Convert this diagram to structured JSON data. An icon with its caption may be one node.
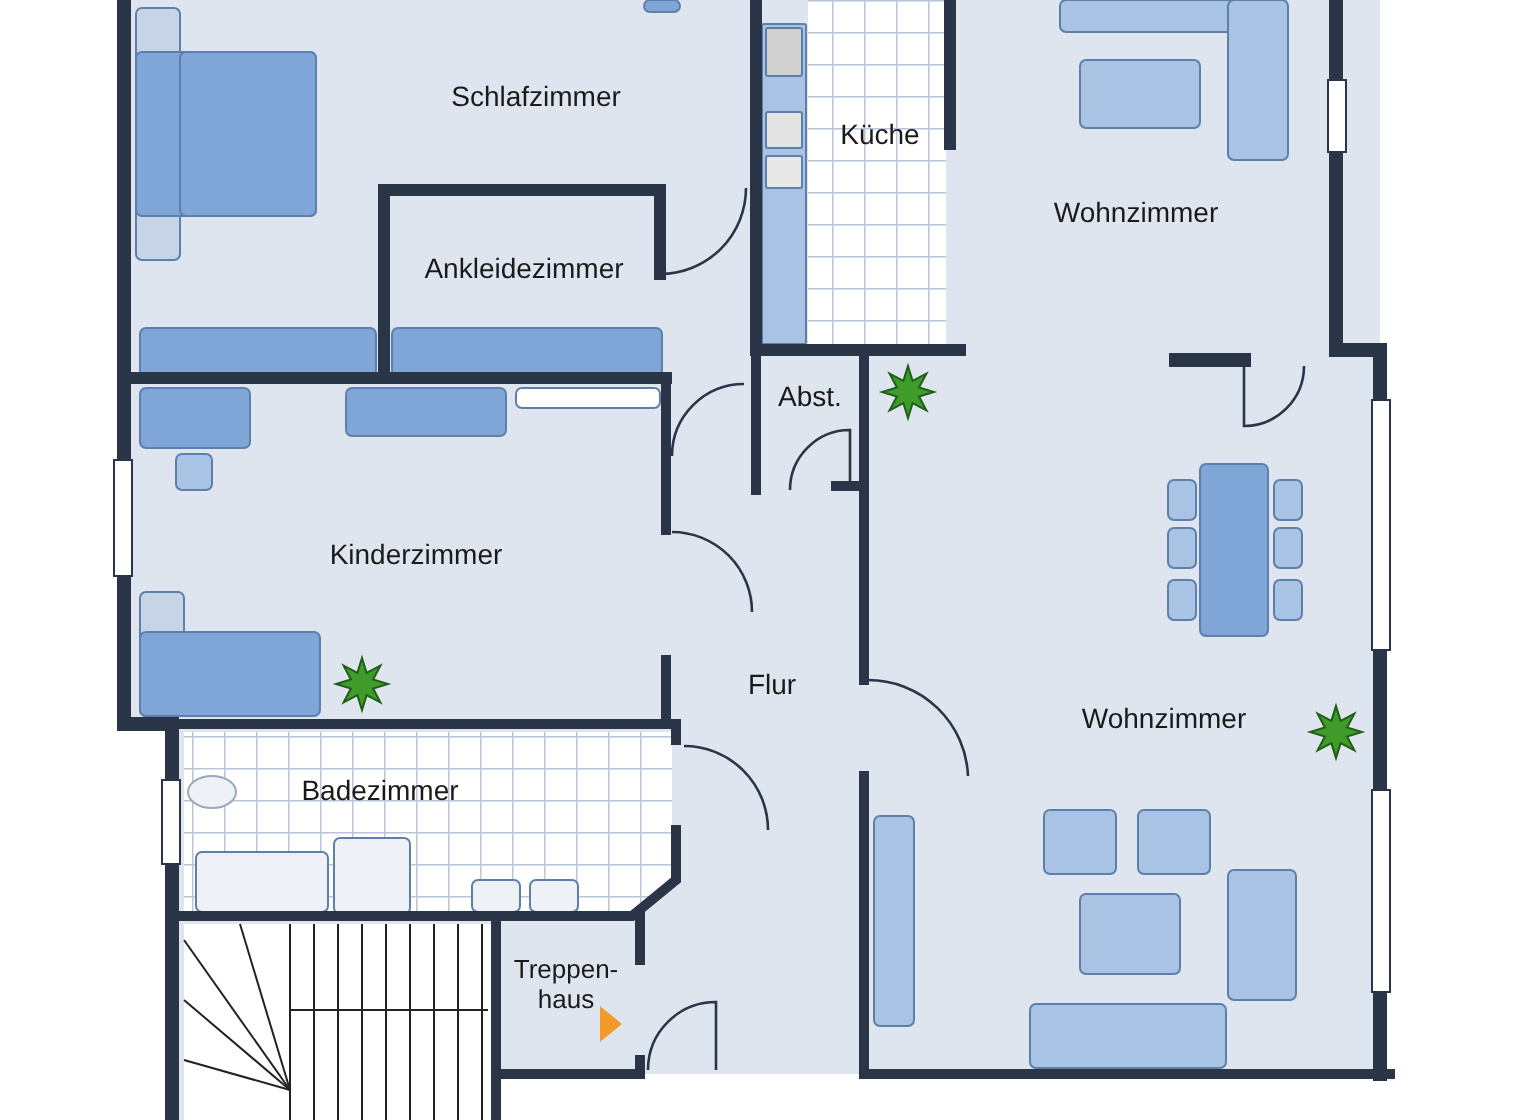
{
  "diagram": {
    "nodes": [
      {
        "text": [
          "Schlafzimmer"
        ]
      },
      {
        "text": [
          "Ankleidezimmer"
        ]
      },
      {
        "text": [
          "Küche"
        ]
      },
      {
        "text": [
          "Wohnzimmer"
        ]
      },
      {
        "text": [
          "Abst."
        ]
      },
      {
        "text": [
          "Kinderzimmer"
        ]
      },
      {
        "text": [
          "Flur"
        ]
      },
      {
        "text": [
          "Wohnzimmer"
        ]
      },
      {
        "text": [
          "Badezimmer"
        ]
      },
      {
        "text": [
          "Treppen- haus"
        ]
      }
    ]
  }
}
